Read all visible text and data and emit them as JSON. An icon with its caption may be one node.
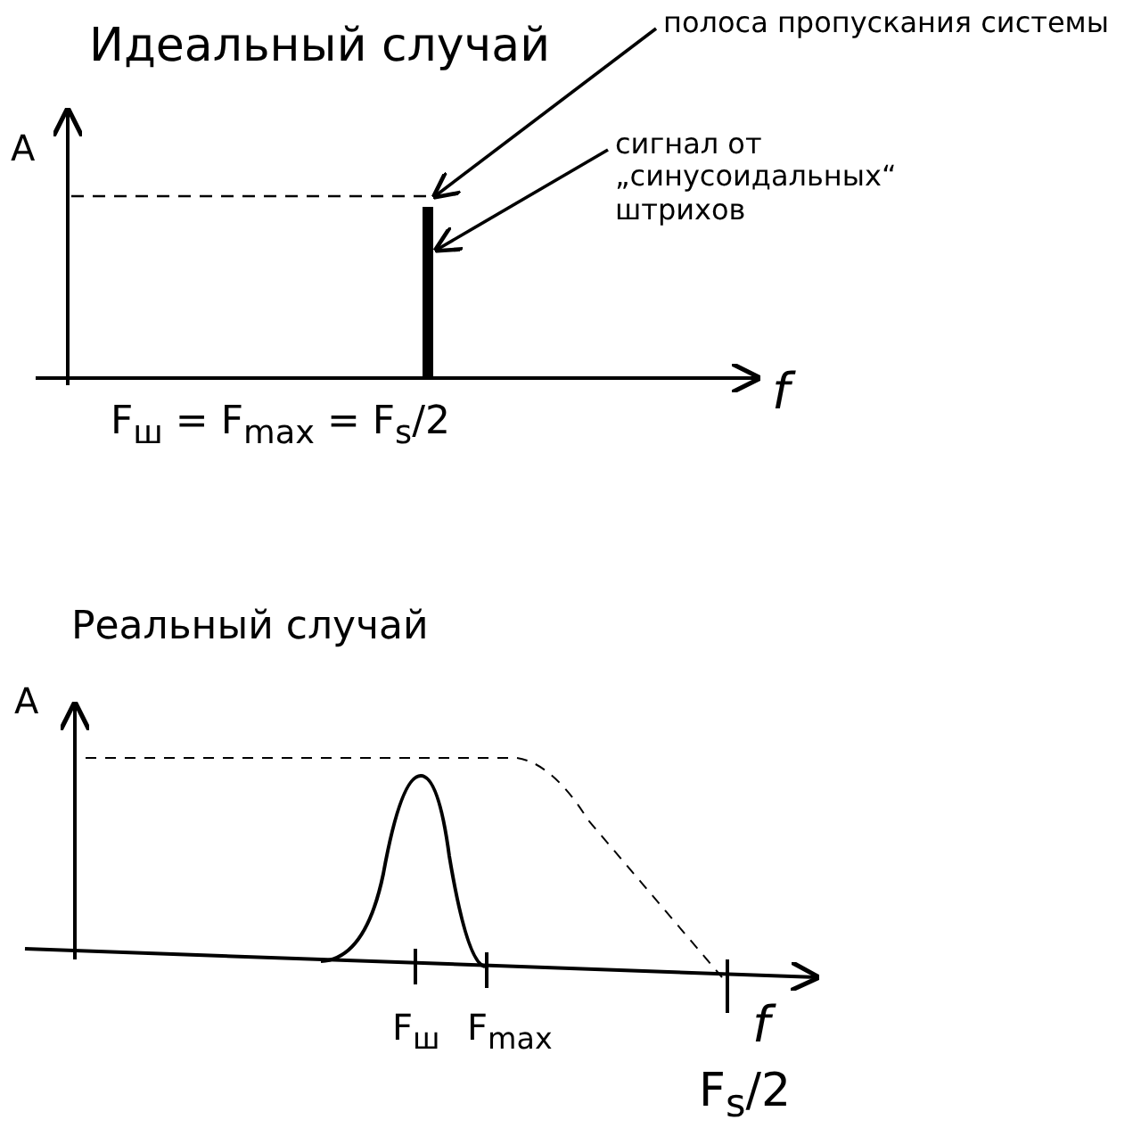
{
  "diagram": {
    "nodes": [
      {
        "text": [
          "полоса пропускания системы"
        ]
      },
      {
        "text": [],
        "shape": "line"
      },
      {
        "text": [
          "сигнал от „синусоидальных“ штрихов"
        ]
      },
      {
        "text": [],
        "shape": "bar"
      }
    ],
    "edges": [
      {
        "from": 0,
        "to": 1,
        "arrow": "to"
      },
      {
        "from": 2,
        "to": 3,
        "arrow": "to"
      }
    ],
    "labels": [
      "Идеальный случай",
      "A",
      "f",
      "F$_{ш}$ = F$_{max}$ = F$_{s}$/2",
      "Реальный случай",
      "A",
      "f",
      "F$_{ш}$",
      "F$_{max}$",
      "F$_{s}$/2"
    ]
  }
}
